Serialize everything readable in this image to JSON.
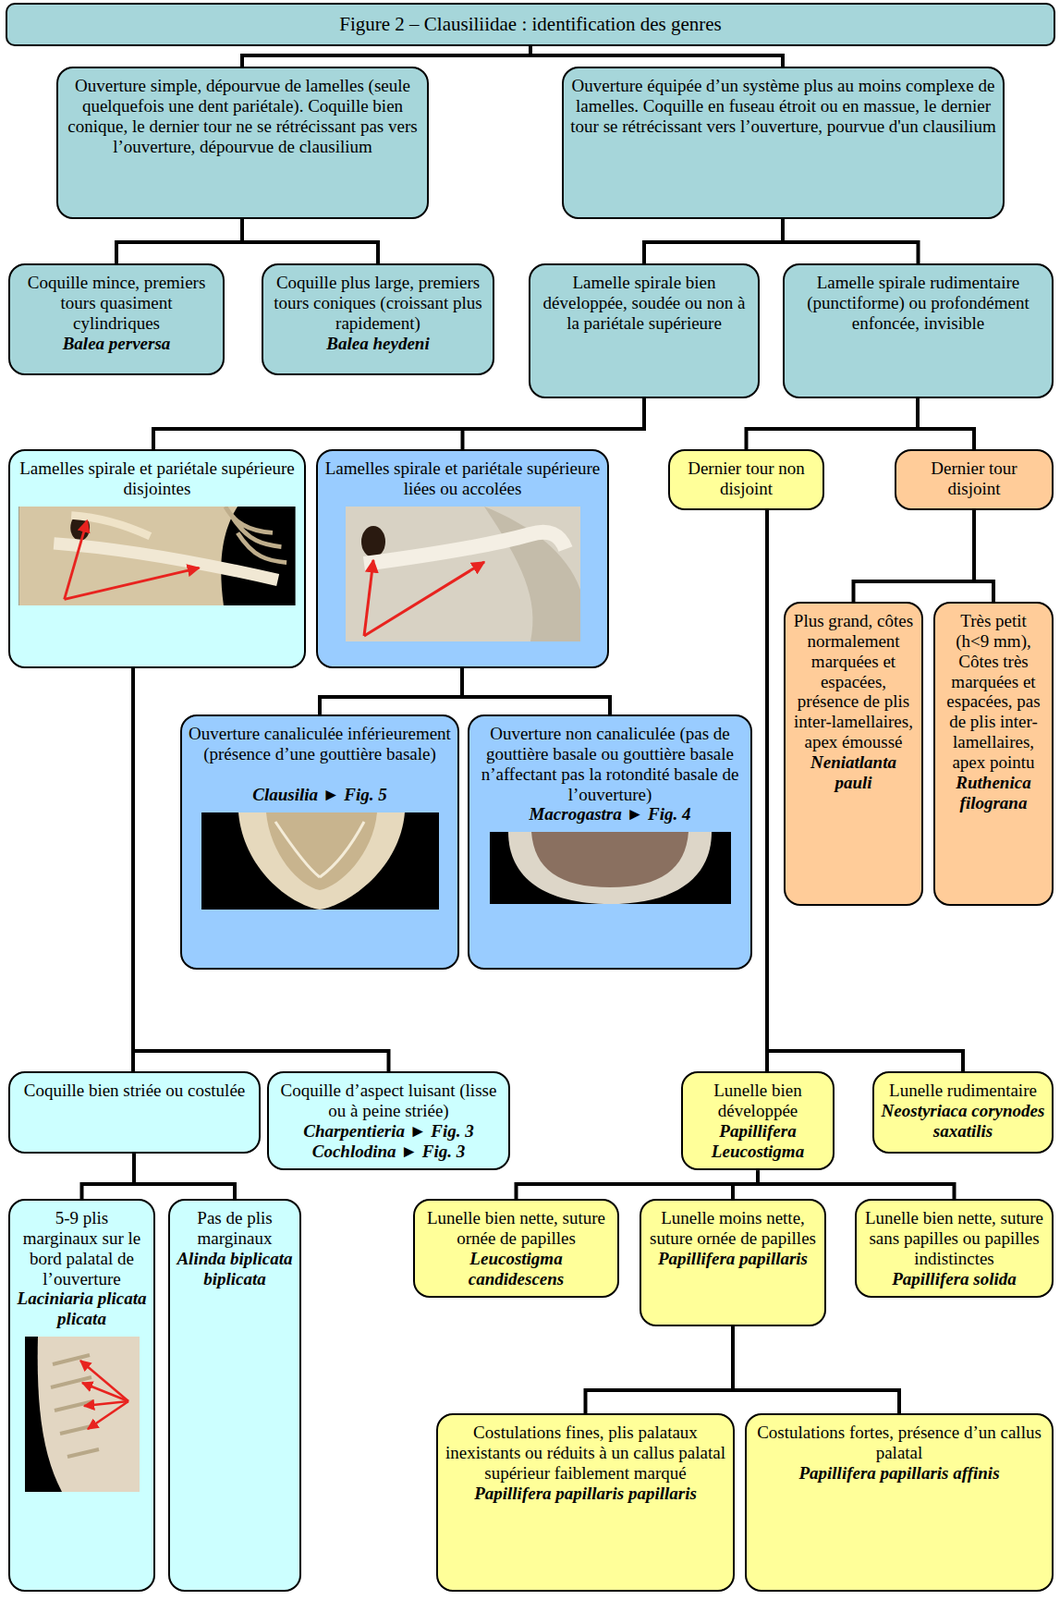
{
  "diagram": {
    "title": "Figure 2 – Clausiliidae : identification des genres",
    "nodes": [
      {
        "text": [
          "Ouverture simple, dépourvue de lamelles (seule quelquefois une dent pariétale). Coquille bien conique, le dernier tour ne se rétrécissant pas vers l’ouverture, dépourvue de clausilium"
        ]
      },
      {
        "text": [
          "Ouverture équipée d’un système plus au moins complexe de lamelles. Coquille en fuseau étroit ou en massue, le dernier tour se rétrécissant vers l’ouverture, pourvue d'un clausilium"
        ]
      },
      {
        "text": [
          "Coquille mince, premiers tours quasiment cylindriques",
          "Balea perversa"
        ]
      },
      {
        "text": [
          "Coquille plus large, premiers tours coniques (croissant plus rapidement)",
          "Balea heydeni"
        ]
      },
      {
        "text": [
          "Lamelle spirale bien développée, soudée ou non à la pariétale supérieure"
        ]
      },
      {
        "text": [
          "Lamelle spirale rudimentaire (punctiforme) ou profondément enfoncée, invisible"
        ]
      },
      {
        "text": [
          "Lamelles spirale et pariétale supérieure disjointes"
        ]
      },
      {
        "text": [
          "Lamelles spirale et pariétale supérieure liées ou accolées"
        ]
      },
      {
        "text": [
          "Dernier tour non disjoint"
        ]
      },
      {
        "text": [
          "Dernier tour disjoint"
        ]
      },
      {
        "text": [
          "Ouverture canaliculée inférieurement (présence d’une gouttière basale)",
          "Clausilia ► Fig. 5"
        ]
      },
      {
        "text": [
          "Ouverture non canaliculée (pas de gouttière basale ou gouttière basale n’affectant pas la rotondité basale de l’ouverture)",
          "Macrogastra ► Fig. 4"
        ]
      },
      {
        "text": [
          "Plus grand, côtes normalement marquées et espacées, présence de plis inter-lamellaires, apex émoussé",
          "Neniatlanta pauli"
        ]
      },
      {
        "text": [
          "Très petit (h<9 mm), Côtes très marquées et espacées, pas de plis inter-lamellaires, apex pointu",
          "Ruthenica filograna"
        ]
      },
      {
        "text": [
          "Coquille bien striée ou costulée"
        ]
      },
      {
        "text": [
          "Coquille d’aspect luisant (lisse ou à peine striée)",
          "Charpentieria ► Fig. 3",
          "Cochlodina ► Fig. 3"
        ]
      },
      {
        "text": [
          "Lunelle bien développée",
          "Papillifera Leucostigma"
        ]
      },
      {
        "text": [
          "Lunelle rudimentaire",
          "Neostyriaca corynodes saxatilis"
        ]
      },
      {
        "text": [
          "5-9 plis marginaux sur le bord palatal de l’ouverture",
          "Laciniaria plicata plicata"
        ]
      },
      {
        "text": [
          "Pas de plis marginaux",
          "Alinda biplicata biplicata"
        ]
      },
      {
        "text": [
          "Lunelle bien nette, suture ornée de papilles",
          "Leucostigma candidescens"
        ]
      },
      {
        "text": [
          "Lunelle moins nette, suture ornée de papilles",
          "Papillifera papillaris"
        ]
      },
      {
        "text": [
          "Lunelle bien nette, suture sans papilles ou papilles indistinctes",
          "Papillifera solida"
        ]
      },
      {
        "text": [
          "Costulations fines, plis palataux inexistants ou réduits à un callus palatal supérieur faiblement marqué",
          "Papillifera papillaris papillaris"
        ]
      },
      {
        "text": [
          "Costulations fortes, présence d’un callus palatal",
          "Papillifera papillaris affinis"
        ]
      }
    ],
    "edges": [
      {
        "from": 0,
        "to": 2,
        "arrow": "none"
      },
      {
        "from": 0,
        "to": 3,
        "arrow": "none"
      },
      {
        "from": 1,
        "to": 4,
        "arrow": "none"
      },
      {
        "from": 1,
        "to": 5,
        "arrow": "none"
      },
      {
        "from": 4,
        "to": 6,
        "arrow": "none"
      },
      {
        "from": 4,
        "to": 7,
        "arrow": "none"
      },
      {
        "from": 5,
        "to": 8,
        "arrow": "none"
      },
      {
        "from": 5,
        "to": 9,
        "arrow": "none"
      },
      {
        "from": 7,
        "to": 10,
        "arrow": "none"
      },
      {
        "from": 7,
        "to": 11,
        "arrow": "none"
      },
      {
        "from": 9,
        "to": 12,
        "arrow": "none"
      },
      {
        "from": 9,
        "to": 13,
        "arrow": "none"
      },
      {
        "from": 6,
        "to": 14,
        "arrow": "none"
      },
      {
        "from": 6,
        "to": 15,
        "arrow": "none"
      },
      {
        "from": 8,
        "to": 16,
        "arrow": "none"
      },
      {
        "from": 8,
        "to": 17,
        "arrow": "none"
      },
      {
        "from": 14,
        "to": 18,
        "arrow": "none"
      },
      {
        "from": 14,
        "to": 19,
        "arrow": "none"
      },
      {
        "from": 16,
        "to": 20,
        "arrow": "none"
      },
      {
        "from": 16,
        "to": 21,
        "arrow": "none"
      },
      {
        "from": 16,
        "to": 22,
        "arrow": "none"
      },
      {
        "from": 21,
        "to": 23,
        "arrow": "none"
      },
      {
        "from": 21,
        "to": 24,
        "arrow": "none"
      }
    ]
  }
}
